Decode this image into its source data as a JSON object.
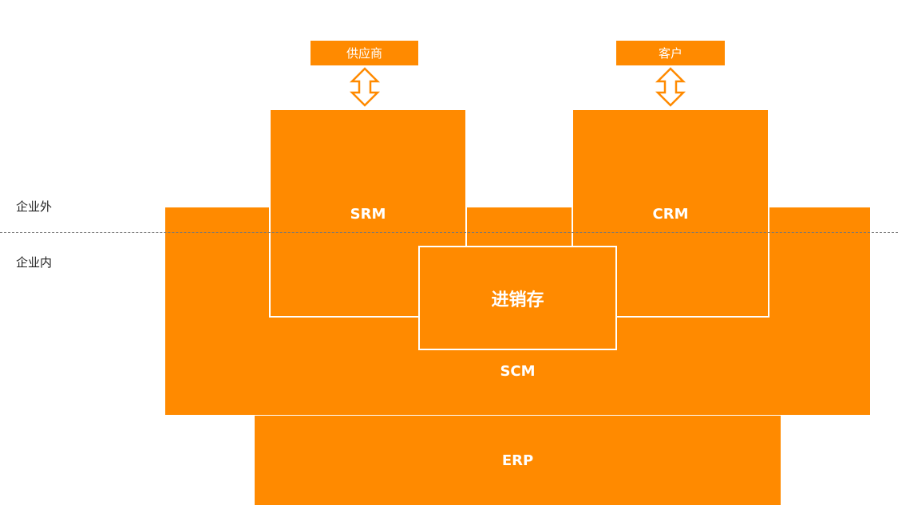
{
  "zones": {
    "outside": "企业外",
    "inside": "企业内"
  },
  "external": {
    "supplier": "供应商",
    "customer": "客户"
  },
  "systems": {
    "srm": "SRM",
    "crm": "CRM",
    "inventory": "进销存",
    "scm": "SCM",
    "erp": "ERP"
  },
  "colors": {
    "accent": "#ff8a00",
    "text_on_accent": "#ffffff",
    "divider": "#777777"
  },
  "icons": {
    "supplier_link": "double-arrow-vertical-icon",
    "customer_link": "double-arrow-vertical-icon"
  }
}
